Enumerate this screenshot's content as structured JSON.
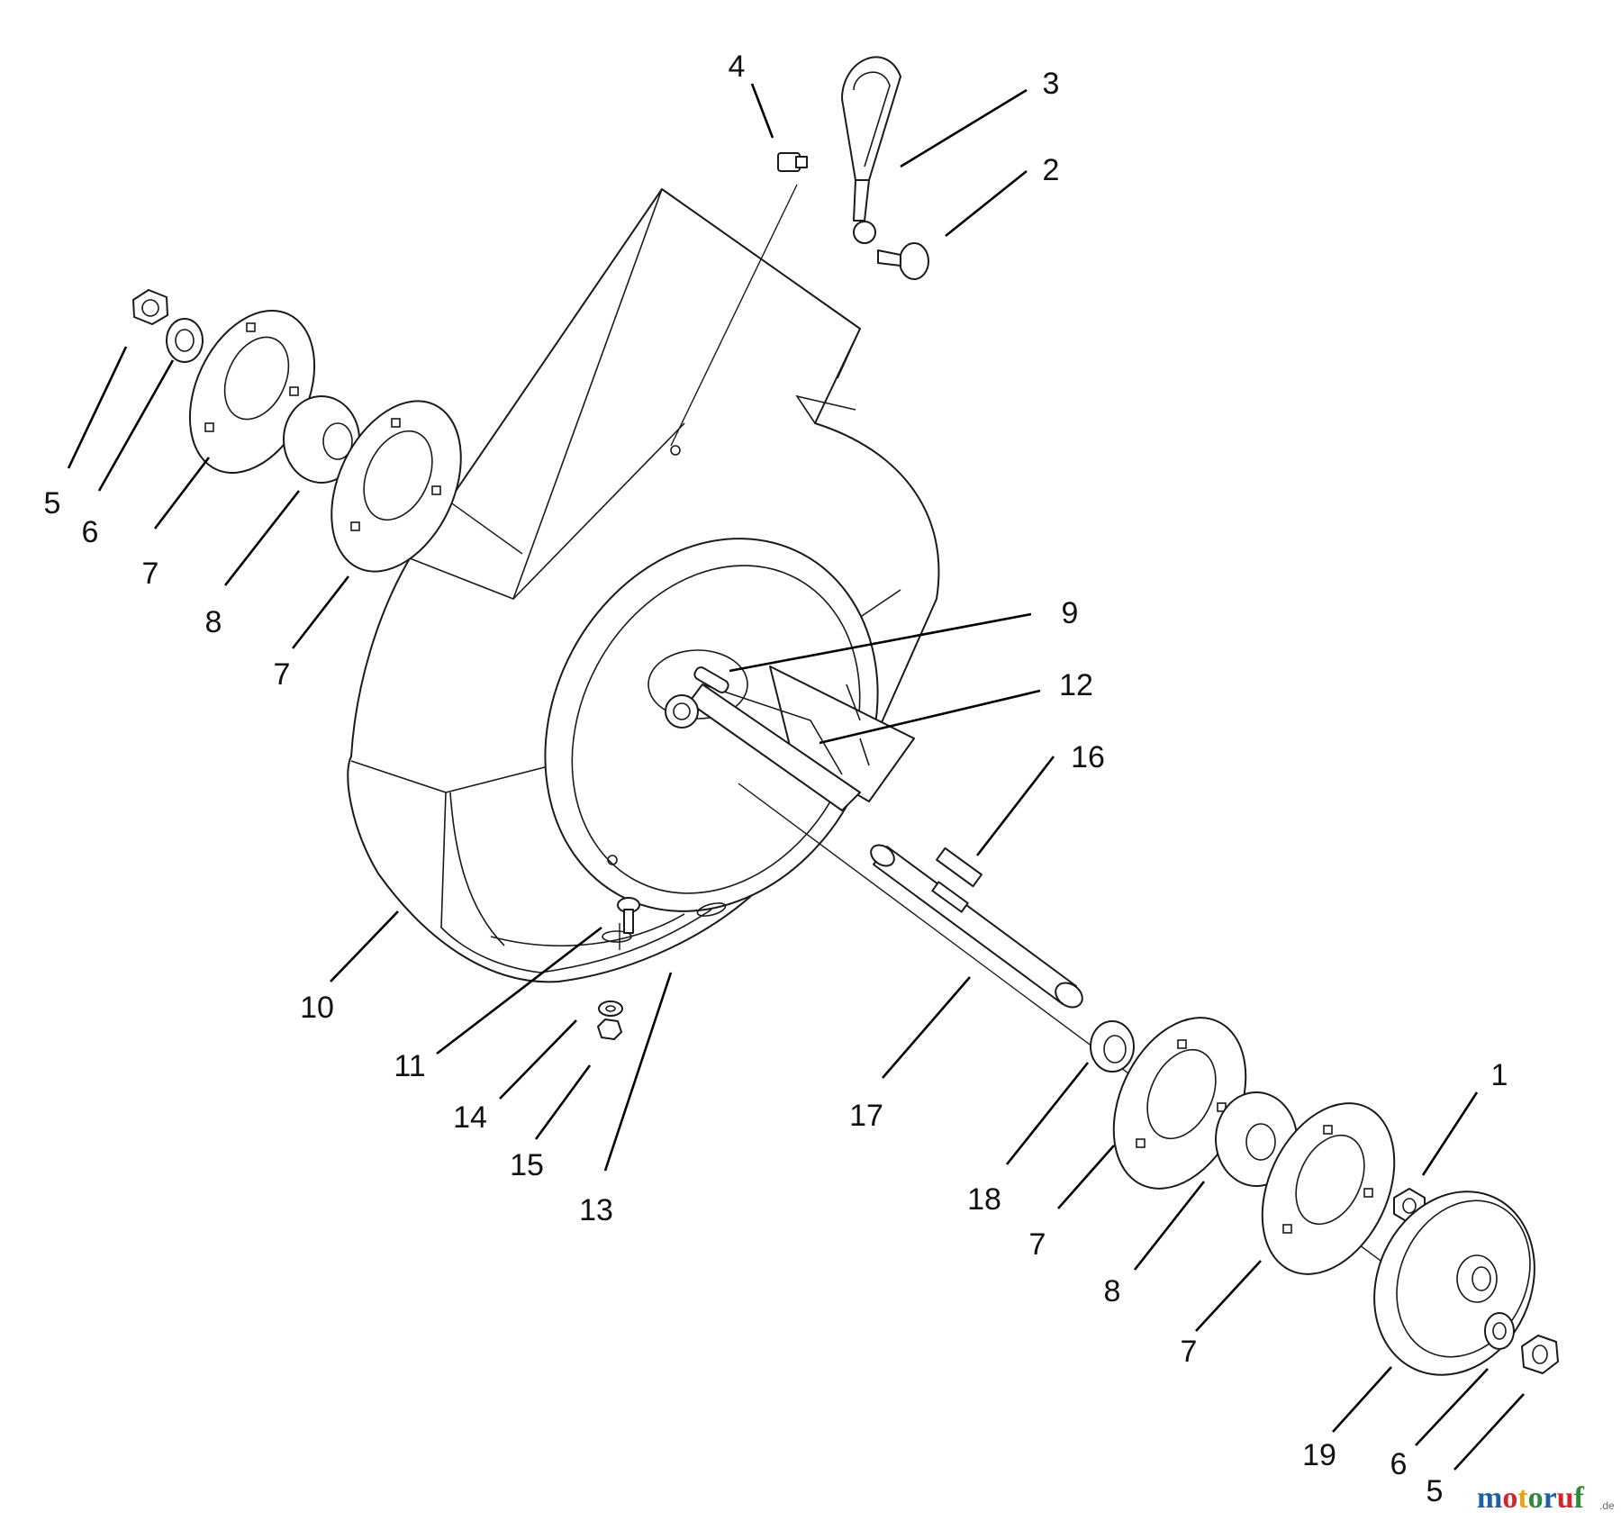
{
  "callouts": {
    "c1": "1",
    "c2": "2",
    "c3": "3",
    "c4": "4",
    "c5_left": "5",
    "c6_left": "6",
    "c7_left_a": "7",
    "c8_left": "8",
    "c7_left_b": "7",
    "c9": "9",
    "c10": "10",
    "c11": "11",
    "c12": "12",
    "c13": "13",
    "c14": "14",
    "c15": "15",
    "c16": "16",
    "c17": "17",
    "c18": "18",
    "c7_right_a": "7",
    "c8_right": "8",
    "c7_right_b": "7",
    "c19": "19",
    "c6_right": "6",
    "c5_right": "5"
  },
  "watermark": {
    "letters": [
      "m",
      "o",
      "t",
      "o",
      "r",
      "u",
      "f"
    ],
    "colors": [
      "#1f5fa8",
      "#d3262b",
      "#e9a31b",
      "#2e8a3a",
      "#1f5fa8",
      "#d3262b",
      "#2e8a3a"
    ],
    "suffix": ".de"
  }
}
